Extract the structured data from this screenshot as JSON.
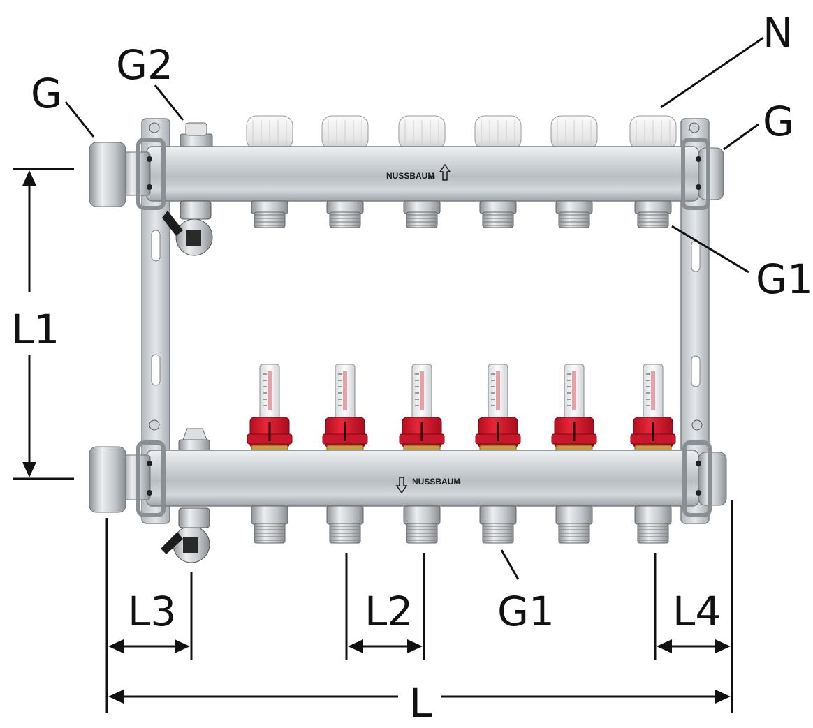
{
  "labels": {
    "G_left": "G",
    "G2": "G2",
    "N": "N",
    "G_right": "G",
    "G1_right": "G1",
    "L1": "L1",
    "L3": "L3",
    "L2": "L2",
    "G1_bottom": "G1",
    "L4": "L4",
    "L": "L"
  },
  "brand": {
    "name": "NUSSBAUM",
    "suffix": "RN"
  },
  "colors": {
    "line": "#111111",
    "steel": "#c9ced3",
    "flowmeter_red": "#d9172a",
    "cap_white": "#eeeeee",
    "brass": "#c49a4a"
  },
  "icons": {
    "flow_up": "arrow-up-icon",
    "flow_down": "arrow-down-icon"
  }
}
